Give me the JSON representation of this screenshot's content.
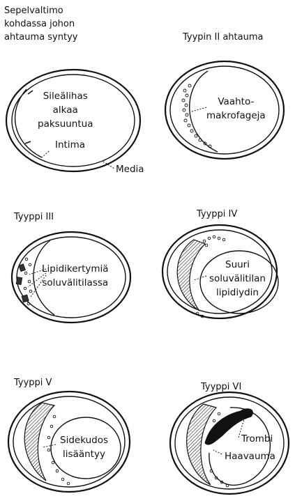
{
  "panels": [
    {
      "title_lines": [
        "Sepelvaltimo",
        "kohdassa johon",
        "ahtauma syntyy"
      ],
      "labels": [
        {
          "lines": [
            "Sileälihas",
            "alkaa",
            "paksuuntua"
          ]
        },
        {
          "lines": [
            "Intima"
          ]
        },
        {
          "lines": [
            "Media"
          ]
        }
      ]
    },
    {
      "title": "Tyypin II ahtauma",
      "labels": [
        {
          "lines": [
            "Vaahto-",
            "makrofageja"
          ]
        }
      ]
    },
    {
      "title": "Tyyppi III",
      "labels": [
        {
          "lines": [
            "Lipidikertymiä",
            "soluvälitilassa"
          ]
        }
      ]
    },
    {
      "title": "Tyyppi IV",
      "labels": [
        {
          "lines": [
            "Suuri",
            "soluvälitilan",
            "lipidiydin"
          ]
        }
      ]
    },
    {
      "title": "Tyyppi V",
      "labels": [
        {
          "lines": [
            "Sidekudos",
            "lisääntyy"
          ]
        }
      ]
    },
    {
      "title": "Tyyppi VI",
      "labels": [
        {
          "lines": [
            "Trombi"
          ]
        },
        {
          "lines": [
            "Haavauma"
          ]
        }
      ]
    }
  ]
}
